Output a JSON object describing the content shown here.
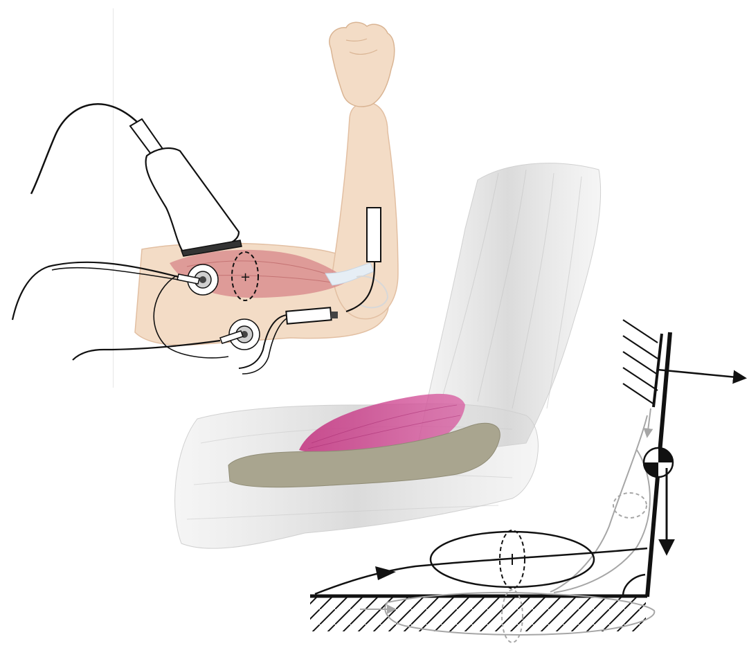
{
  "figure": {
    "panels": [
      {
        "id": "setup",
        "description_name": "ultrasound-emg-setup"
      },
      {
        "id": "reconstruction",
        "description_name": "3d-arm-reconstruction"
      },
      {
        "id": "model",
        "description_name": "mechanical-muscle-model"
      }
    ],
    "colors": {
      "skin": "#f3dcc6",
      "skin_shadow": "#e7c3a6",
      "muscle": "#d98f8f",
      "tendon": "#e6eef5",
      "outline": "#111111",
      "reconstruction_haze": "#c9c9c9",
      "muscle_3d": "#c2307e",
      "bone_3d": "#a9a58f",
      "model_ghost": "#a6a6a6"
    },
    "icons": {
      "probe": "ultrasound-probe-icon",
      "electrode": "emg-electrode-icon",
      "sensor": "force-sensor-icon"
    }
  }
}
